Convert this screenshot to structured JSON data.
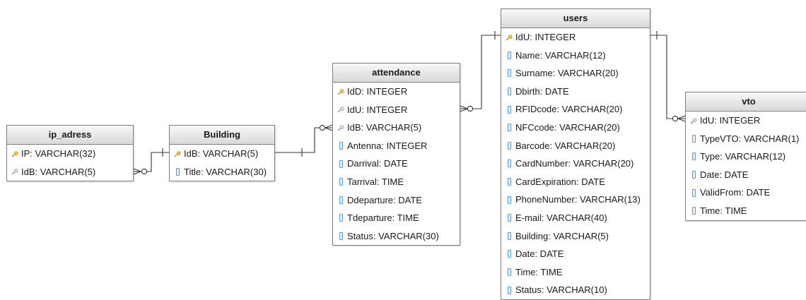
{
  "tables": {
    "ip_adress": {
      "title": "ip_adress",
      "fields": [
        {
          "text": "IP: VARCHAR(32)",
          "icon": "primary-key-icon"
        },
        {
          "text": "IdB: VARCHAR(5)",
          "icon": "foreign-key-icon"
        }
      ]
    },
    "building": {
      "title": "Building",
      "fields": [
        {
          "text": "IdB: VARCHAR(5)",
          "icon": "primary-key-icon"
        },
        {
          "text": "Title: VARCHAR(30)",
          "icon": "column-icon"
        }
      ]
    },
    "attendance": {
      "title": "attendance",
      "fields": [
        {
          "text": "IdD: INTEGER",
          "icon": "primary-key-icon"
        },
        {
          "text": "IdU: INTEGER",
          "icon": "foreign-key-icon"
        },
        {
          "text": "IdB: VARCHAR(5)",
          "icon": "foreign-key-icon"
        },
        {
          "text": "Antenna: INTEGER",
          "icon": "column-icon"
        },
        {
          "text": "Darrival: DATE",
          "icon": "column-icon"
        },
        {
          "text": "Tarrival: TIME",
          "icon": "column-icon"
        },
        {
          "text": "Ddeparture: DATE",
          "icon": "column-icon"
        },
        {
          "text": "Tdeparture: TIME",
          "icon": "column-icon"
        },
        {
          "text": "Status: VARCHAR(30)",
          "icon": "column-icon"
        }
      ]
    },
    "users": {
      "title": "users",
      "fields": [
        {
          "text": "IdU: INTEGER",
          "icon": "primary-key-icon"
        },
        {
          "text": "Name: VARCHAR(12)",
          "icon": "column-icon"
        },
        {
          "text": "Surname: VARCHAR(20)",
          "icon": "column-icon"
        },
        {
          "text": "Dbirth: DATE",
          "icon": "column-icon"
        },
        {
          "text": "RFIDcode: VARCHAR(20)",
          "icon": "column-icon"
        },
        {
          "text": "NFCcode: VARCHAR(20)",
          "icon": "column-icon"
        },
        {
          "text": "Barcode: VARCHAR(20)",
          "icon": "column-icon"
        },
        {
          "text": "CardNumber: VARCHAR(20)",
          "icon": "column-icon"
        },
        {
          "text": "CardExpiration: DATE",
          "icon": "column-icon"
        },
        {
          "text": "PhoneNumber: VARCHAR(13)",
          "icon": "column-icon"
        },
        {
          "text": "E-mail: VARCHAR(40)",
          "icon": "column-icon"
        },
        {
          "text": "Building: VARCHAR(5)",
          "icon": "column-icon"
        },
        {
          "text": "Date: DATE",
          "icon": "column-icon"
        },
        {
          "text": "Time: TIME",
          "icon": "column-icon"
        },
        {
          "text": "Status: VARCHAR(10)",
          "icon": "column-icon"
        }
      ]
    },
    "vto": {
      "title": "vto",
      "fields": [
        {
          "text": "IdU: INTEGER",
          "icon": "foreign-key-icon"
        },
        {
          "text": "TypeVTO: VARCHAR(1)",
          "icon": "column-icon"
        },
        {
          "text": "Type: VARCHAR(12)",
          "icon": "column-icon"
        },
        {
          "text": "Date: DATE",
          "icon": "column-icon"
        },
        {
          "text": "ValidFrom: DATE",
          "icon": "column-icon"
        },
        {
          "text": "Time: TIME",
          "icon": "column-icon"
        }
      ]
    }
  },
  "colors": {
    "primary_key": "#e8b923",
    "foreign_key": "#a8a8a8",
    "column": "#5b9bd5",
    "line": "#333333"
  }
}
